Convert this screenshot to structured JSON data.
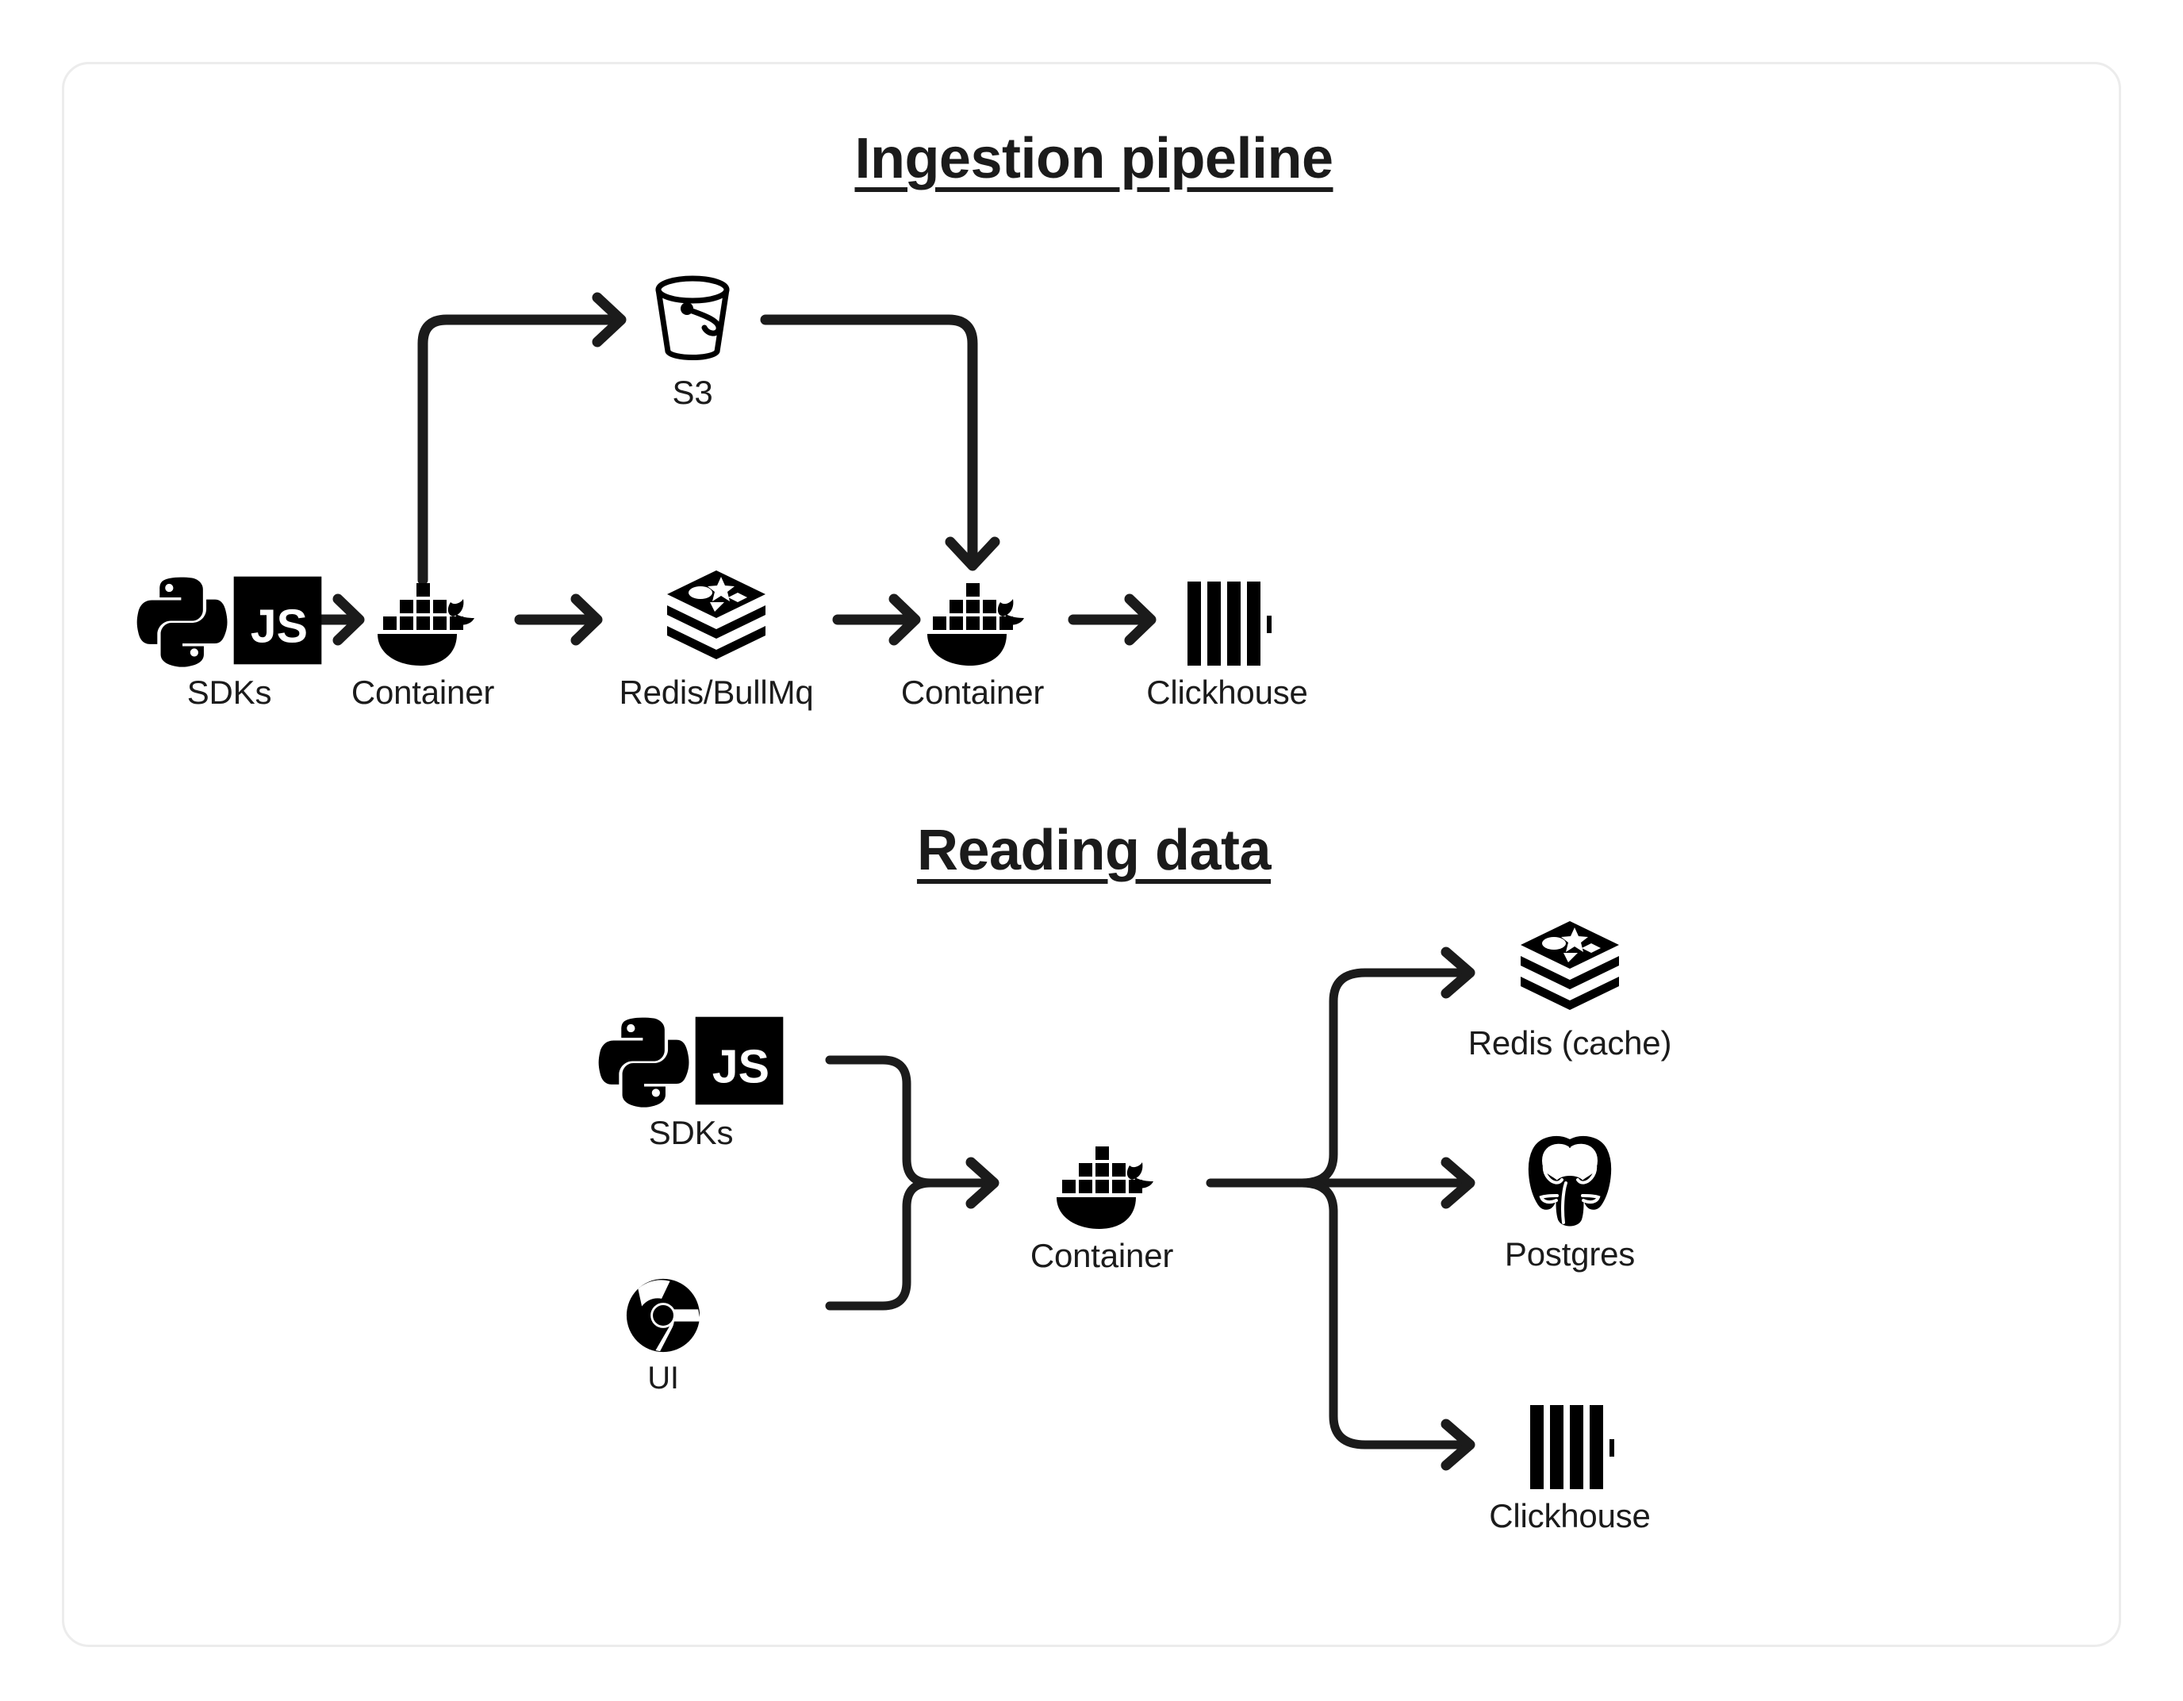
{
  "card": {
    "border_color": "#ececec",
    "background": "#ffffff",
    "ink": "#1b1b1b"
  },
  "sections": [
    {
      "id": "ingestion",
      "title": "Ingestion pipeline",
      "nodes": [
        {
          "id": "sdks",
          "label": "SDKs",
          "icons": [
            "python-icon",
            "javascript-icon"
          ]
        },
        {
          "id": "container-1",
          "label": "Container",
          "icons": [
            "docker-icon"
          ]
        },
        {
          "id": "s3",
          "label": "S3",
          "icons": [
            "s3-bucket-icon"
          ]
        },
        {
          "id": "redis-bullmq",
          "label": "Redis/BullMq",
          "icons": [
            "redis-icon"
          ]
        },
        {
          "id": "container-2",
          "label": "Container",
          "icons": [
            "docker-icon"
          ]
        },
        {
          "id": "clickhouse-1",
          "label": "Clickhouse",
          "icons": [
            "clickhouse-icon"
          ]
        }
      ],
      "edges": [
        {
          "from": "sdks",
          "to": "container-1",
          "kind": "straight-arrow"
        },
        {
          "from": "container-1",
          "to": "s3",
          "kind": "up-then-right-arrow"
        },
        {
          "from": "container-1",
          "to": "redis-bullmq",
          "kind": "straight-arrow"
        },
        {
          "from": "s3",
          "to": "container-2",
          "kind": "right-then-down-arrow"
        },
        {
          "from": "redis-bullmq",
          "to": "container-2",
          "kind": "straight-arrow"
        },
        {
          "from": "container-2",
          "to": "clickhouse-1",
          "kind": "straight-arrow"
        }
      ]
    },
    {
      "id": "reading",
      "title": "Reading data",
      "nodes": [
        {
          "id": "sdks-2",
          "label": "SDKs",
          "icons": [
            "python-icon",
            "javascript-icon"
          ]
        },
        {
          "id": "ui",
          "label": "UI",
          "icons": [
            "chrome-icon"
          ]
        },
        {
          "id": "container-3",
          "label": "Container",
          "icons": [
            "docker-icon"
          ]
        },
        {
          "id": "redis-cache",
          "label": "Redis (cache)",
          "icons": [
            "redis-icon"
          ]
        },
        {
          "id": "postgres",
          "label": "Postgres",
          "icons": [
            "postgres-icon"
          ]
        },
        {
          "id": "clickhouse-2",
          "label": "Clickhouse",
          "icons": [
            "clickhouse-icon"
          ]
        }
      ],
      "edges": [
        {
          "from": "sdks-2",
          "to": "container-3",
          "kind": "merge-arrow"
        },
        {
          "from": "ui",
          "to": "container-3",
          "kind": "merge-arrow"
        },
        {
          "from": "container-3",
          "to": "redis-cache",
          "kind": "fanout-up-arrow"
        },
        {
          "from": "container-3",
          "to": "postgres",
          "kind": "fanout-straight-arrow"
        },
        {
          "from": "container-3",
          "to": "clickhouse-2",
          "kind": "fanout-down-arrow"
        }
      ]
    }
  ],
  "js_logo": {
    "text": "JS"
  }
}
